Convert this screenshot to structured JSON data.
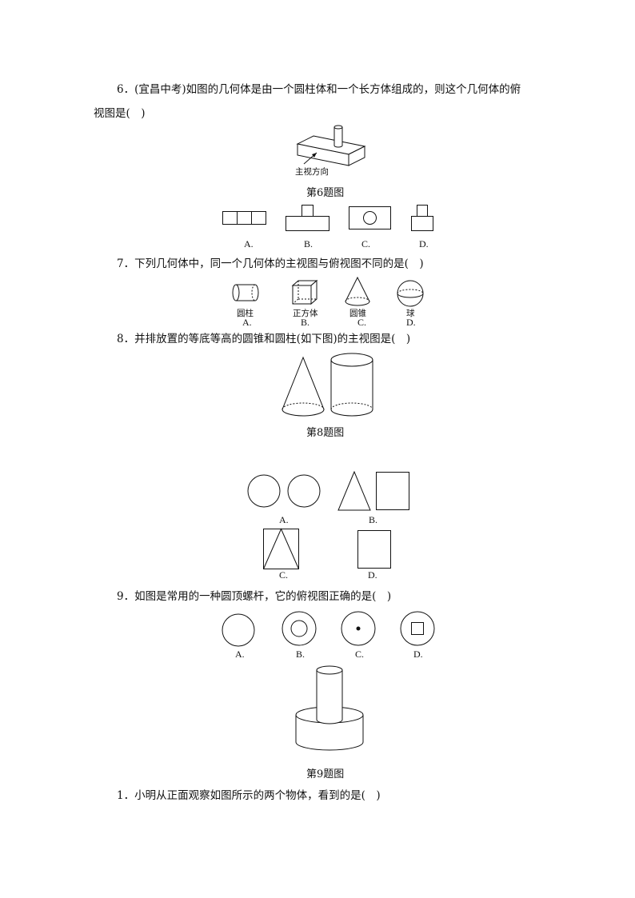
{
  "q6": {
    "line1": "6．(宜昌中考)如图的几何体是由一个圆柱体和一个长方体组成的，则这个几何体的俯",
    "line2": "视图是(　)",
    "figure_label": "主视方向",
    "caption": "第6题图",
    "options": [
      "A.",
      "B.",
      "C.",
      "D."
    ]
  },
  "q7": {
    "text": "7．下列几何体中，同一个几何体的主视图与俯视图不同的是(　)",
    "shapes": [
      "圆柱",
      "正方体",
      "圆锥",
      "球"
    ],
    "options": [
      "A.",
      "B.",
      "C.",
      "D."
    ]
  },
  "q8": {
    "text": "8．并排放置的等底等高的圆锥和圆柱(如下图)的主视图是(　)",
    "caption": "第8题图",
    "options": [
      "A.",
      "B.",
      "C.",
      "D."
    ]
  },
  "q9": {
    "text": "9．如图是常用的一种圆顶螺杆，它的俯视图正确的是(　)",
    "options": [
      "A.",
      "B.",
      "C.",
      "D."
    ],
    "caption": "第9题图"
  },
  "q1": {
    "text": "1．小明从正面观察如图所示的两个物体，看到的是(　)"
  },
  "colors": {
    "ink": "#111111",
    "background": "#ffffff"
  }
}
